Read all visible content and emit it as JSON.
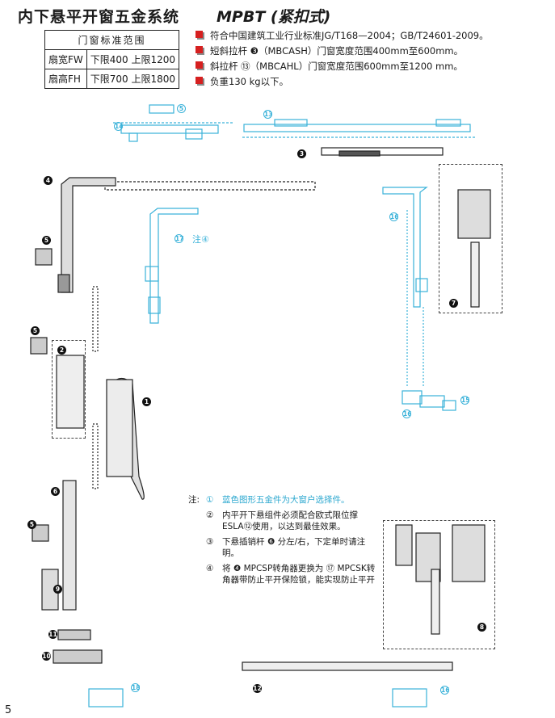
{
  "header": {
    "title_cn": "内下悬平开窗五金系统",
    "title_en": "MPBT (紧扣式)"
  },
  "spec_table": {
    "header": "门窗标准范围",
    "rows": [
      {
        "label": "扇宽FW",
        "value": "下限400 上限1200"
      },
      {
        "label": "扇高FH",
        "value": "下限700 上限1800"
      }
    ]
  },
  "bullets": [
    "符合中国建筑工业行业标准JG/T168—2004；GB/T24601-2009。",
    "短斜拉杆 ❸（MBCASH）门窗宽度范围400mm至600mm。",
    "斜拉杆 ⑬（MBCAHL）门窗宽度范围600mm至1200 mm。",
    "负重130 kg以下。"
  ],
  "notes": {
    "lead": "注:",
    "items": [
      {
        "num": "①",
        "text": "蓝色图形五金件为大窗户选择件。",
        "blue": true
      },
      {
        "num": "②",
        "text": "内平开下悬组件必须配合欧式限位撑ESLA⑫使用，以达到最佳效果。",
        "blue": false
      },
      {
        "num": "③",
        "text": "下悬插销杆 ❻ 分左/右，下定单时请注明。",
        "blue": false
      },
      {
        "num": "④",
        "text": "将 ❹ MPCSP转角器更换为 ⑰ MPCSK转角器带防止平开保险锁，能实现防止平开",
        "blue": false
      }
    ]
  },
  "diagram_labels": {
    "callouts_black": [
      "1",
      "2",
      "3",
      "4",
      "5",
      "5",
      "5",
      "6",
      "7",
      "8",
      "9",
      "10",
      "11",
      "12"
    ],
    "callouts_blue": [
      "5",
      "13",
      "14",
      "15",
      "16",
      "16",
      "16",
      "17",
      "18"
    ],
    "note_ref": "注④"
  },
  "page_number": "5",
  "colors": {
    "bullet_red": "#d62020",
    "option_blue": "#3ab2d9",
    "line_dark": "#222222"
  }
}
